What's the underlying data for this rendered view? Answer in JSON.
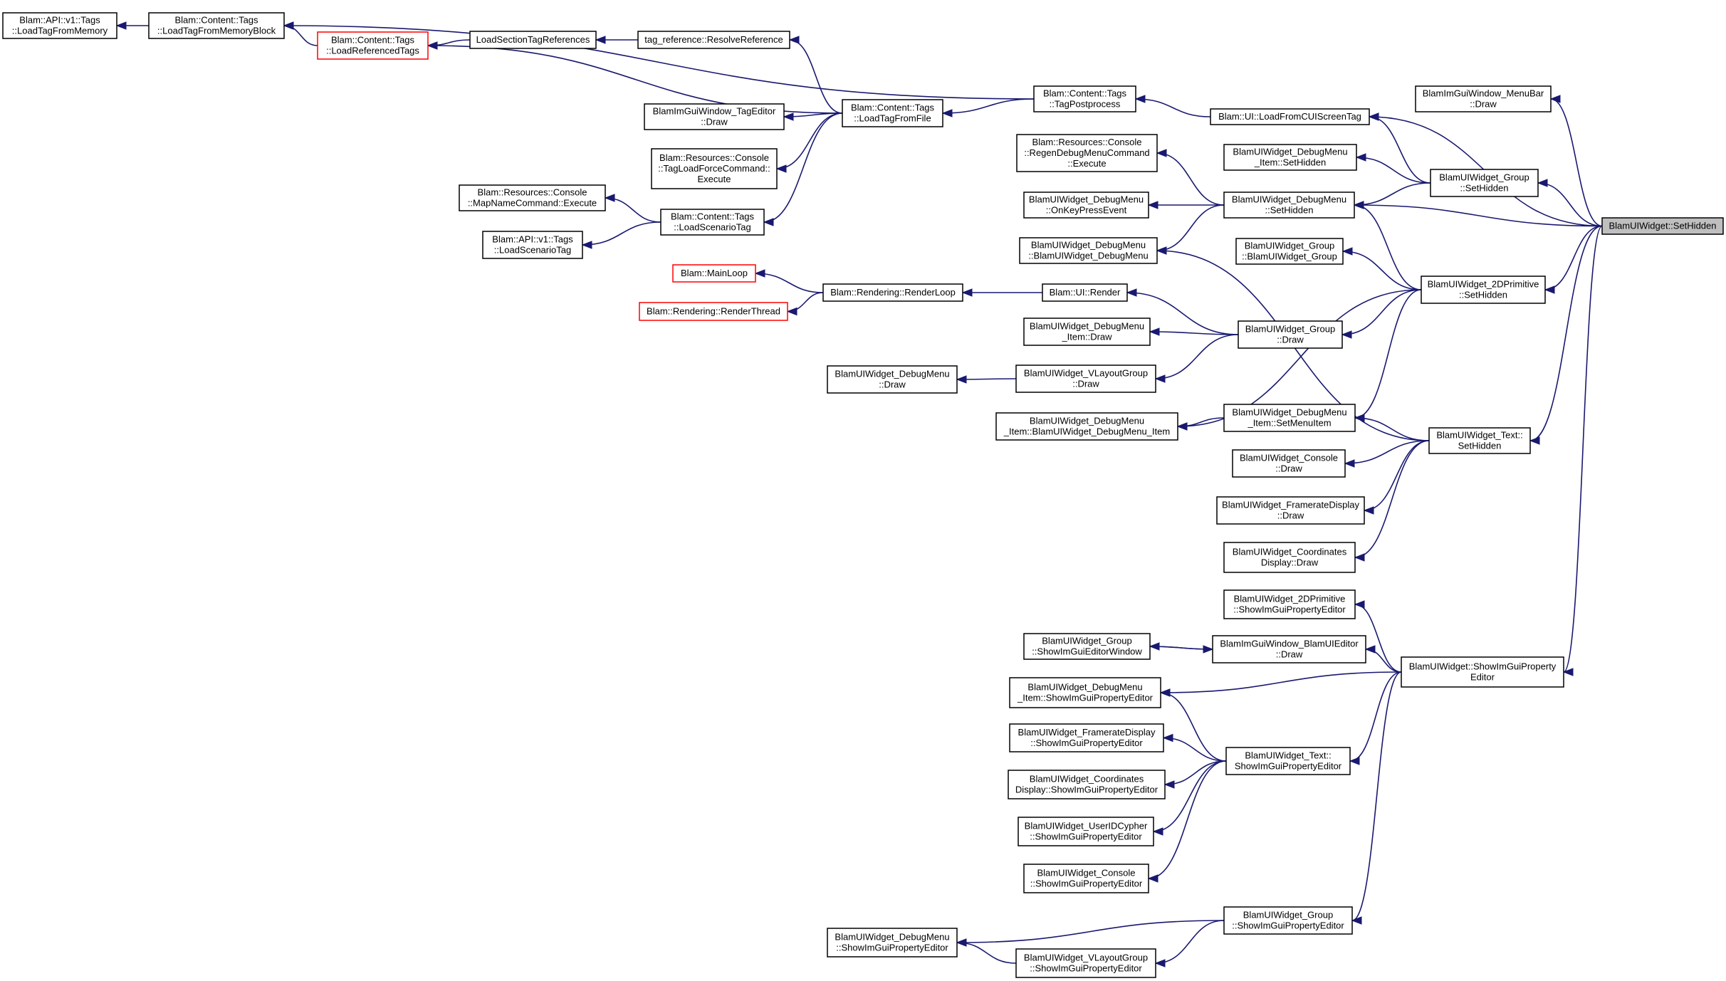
{
  "diagram": {
    "type": "call-graph",
    "direction": "right-to-left callers",
    "edge_color": "#191970",
    "node_border": "#000000",
    "highlight_border": "#ff0000",
    "selected_fill": "#bfbfbf",
    "nodes": [
      {
        "id": "n_api_loadtagfrommemory",
        "lines": [
          "Blam::API::v1::Tags",
          "::LoadTagFromMemory"
        ],
        "style": "normal"
      },
      {
        "id": "n_loadtagfrommemoryblock",
        "lines": [
          "Blam::Content::Tags",
          "::LoadTagFromMemoryBlock"
        ],
        "style": "normal"
      },
      {
        "id": "n_loadreferencedtags",
        "lines": [
          "Blam::Content::Tags",
          "::LoadReferencedTags"
        ],
        "style": "highlight"
      },
      {
        "id": "n_loadsectiontagrefs",
        "lines": [
          "LoadSectionTagReferences"
        ],
        "style": "normal"
      },
      {
        "id": "n_resolvereference",
        "lines": [
          "tag_reference::ResolveReference"
        ],
        "style": "normal"
      },
      {
        "id": "n_loadtagfromfile",
        "lines": [
          "Blam::Content::Tags",
          "::LoadTagFromFile"
        ],
        "style": "normal"
      },
      {
        "id": "n_tageditor_draw",
        "lines": [
          "BlamImGuiWindow_TagEditor",
          "::Draw"
        ],
        "style": "normal"
      },
      {
        "id": "n_tagloadforce",
        "lines": [
          "Blam::Resources::Console",
          "::TagLoadForceCommand::",
          "Execute"
        ],
        "style": "normal"
      },
      {
        "id": "n_mapnamecommand",
        "lines": [
          "Blam::Resources::Console",
          "::MapNameCommand::Execute"
        ],
        "style": "normal"
      },
      {
        "id": "n_loadscenariotag",
        "lines": [
          "Blam::Content::Tags",
          "::LoadScenarioTag"
        ],
        "style": "normal"
      },
      {
        "id": "n_api_loadscenariotag",
        "lines": [
          "Blam::API::v1::Tags",
          "::LoadScenarioTag"
        ],
        "style": "normal"
      },
      {
        "id": "n_tagpostprocess",
        "lines": [
          "Blam::Content::Tags",
          "::TagPostprocess"
        ],
        "style": "normal"
      },
      {
        "id": "n_loadfromcuiscreentag",
        "lines": [
          "Blam::UI::LoadFromCUIScreenTag"
        ],
        "style": "normal"
      },
      {
        "id": "n_menubar_draw",
        "lines": [
          "BlamImGuiWindow_MenuBar",
          "::Draw"
        ],
        "style": "normal"
      },
      {
        "id": "n_regendebugmenu",
        "lines": [
          "Blam::Resources::Console",
          "::RegenDebugMenuCommand",
          "::Execute"
        ],
        "style": "normal"
      },
      {
        "id": "n_debugmenu_item_sethidden",
        "lines": [
          "BlamUIWidget_DebugMenu",
          "_Item::SetHidden"
        ],
        "style": "normal"
      },
      {
        "id": "n_group_sethidden",
        "lines": [
          "BlamUIWidget_Group",
          "::SetHidden"
        ],
        "style": "normal"
      },
      {
        "id": "n_onkeypressevent",
        "lines": [
          "BlamUIWidget_DebugMenu",
          "::OnKeyPressEvent"
        ],
        "style": "normal"
      },
      {
        "id": "n_debugmenu_sethidden",
        "lines": [
          "BlamUIWidget_DebugMenu",
          "::SetHidden"
        ],
        "style": "normal"
      },
      {
        "id": "n_sethidden",
        "lines": [
          "BlamUIWidget::SetHidden"
        ],
        "style": "selected"
      },
      {
        "id": "n_debugmenu_ctor",
        "lines": [
          "BlamUIWidget_DebugMenu",
          "::BlamUIWidget_DebugMenu"
        ],
        "style": "normal"
      },
      {
        "id": "n_group_ctor",
        "lines": [
          "BlamUIWidget_Group",
          "::BlamUIWidget_Group"
        ],
        "style": "normal"
      },
      {
        "id": "n_2dprimitive_sethidden",
        "lines": [
          "BlamUIWidget_2DPrimitive",
          "::SetHidden"
        ],
        "style": "normal"
      },
      {
        "id": "n_mainloop",
        "lines": [
          "Blam::MainLoop"
        ],
        "style": "highlight"
      },
      {
        "id": "n_renderloop",
        "lines": [
          "Blam::Rendering::RenderLoop"
        ],
        "style": "normal"
      },
      {
        "id": "n_ui_render",
        "lines": [
          "Blam::UI::Render"
        ],
        "style": "normal"
      },
      {
        "id": "n_renderthread",
        "lines": [
          "Blam::Rendering::RenderThread"
        ],
        "style": "highlight"
      },
      {
        "id": "n_debugmenu_item_draw",
        "lines": [
          "BlamUIWidget_DebugMenu",
          "_Item::Draw"
        ],
        "style": "normal"
      },
      {
        "id": "n_group_draw",
        "lines": [
          "BlamUIWidget_Group",
          "::Draw"
        ],
        "style": "normal"
      },
      {
        "id": "n_debugmenu_draw",
        "lines": [
          "BlamUIWidget_DebugMenu",
          "::Draw"
        ],
        "style": "normal"
      },
      {
        "id": "n_vlayoutgroup_draw",
        "lines": [
          "BlamUIWidget_VLayoutGroup",
          "::Draw"
        ],
        "style": "normal"
      },
      {
        "id": "n_debugmenu_item_ctor",
        "lines": [
          "BlamUIWidget_DebugMenu",
          "_Item::BlamUIWidget_DebugMenu_Item"
        ],
        "style": "normal"
      },
      {
        "id": "n_debugmenu_item_setmenuitem",
        "lines": [
          "BlamUIWidget_DebugMenu",
          "_Item::SetMenuItem"
        ],
        "style": "normal"
      },
      {
        "id": "n_text_sethidden",
        "lines": [
          "BlamUIWidget_Text::",
          "SetHidden"
        ],
        "style": "normal"
      },
      {
        "id": "n_console_draw",
        "lines": [
          "BlamUIWidget_Console",
          "::Draw"
        ],
        "style": "normal"
      },
      {
        "id": "n_framerate_draw",
        "lines": [
          "BlamUIWidget_FramerateDisplay",
          "::Draw"
        ],
        "style": "normal"
      },
      {
        "id": "n_coordinates_draw",
        "lines": [
          "BlamUIWidget_Coordinates",
          "Display::Draw"
        ],
        "style": "normal"
      },
      {
        "id": "n_2dprimitive_showimgui",
        "lines": [
          "BlamUIWidget_2DPrimitive",
          "::ShowImGuiPropertyEditor"
        ],
        "style": "normal"
      },
      {
        "id": "n_group_showimguieditorwindow",
        "lines": [
          "BlamUIWidget_Group",
          "::ShowImGuiEditorWindow"
        ],
        "style": "normal"
      },
      {
        "id": "n_blamuieditor_draw",
        "lines": [
          "BlamImGuiWindow_BlamUIEditor",
          "::Draw"
        ],
        "style": "normal"
      },
      {
        "id": "n_widget_showimgui",
        "lines": [
          "BlamUIWidget::ShowImGuiProperty",
          "Editor"
        ],
        "style": "normal"
      },
      {
        "id": "n_debugmenu_item_showimgui",
        "lines": [
          "BlamUIWidget_DebugMenu",
          "_Item::ShowImGuiPropertyEditor"
        ],
        "style": "normal"
      },
      {
        "id": "n_framerate_showimgui",
        "lines": [
          "BlamUIWidget_FramerateDisplay",
          "::ShowImGuiPropertyEditor"
        ],
        "style": "normal"
      },
      {
        "id": "n_text_showimgui",
        "lines": [
          "BlamUIWidget_Text::",
          "ShowImGuiPropertyEditor"
        ],
        "style": "normal"
      },
      {
        "id": "n_coordinates_showimgui",
        "lines": [
          "BlamUIWidget_Coordinates",
          "Display::ShowImGuiPropertyEditor"
        ],
        "style": "normal"
      },
      {
        "id": "n_useridcypher_showimgui",
        "lines": [
          "BlamUIWidget_UserIDCypher",
          "::ShowImGuiPropertyEditor"
        ],
        "style": "normal"
      },
      {
        "id": "n_console_showimgui",
        "lines": [
          "BlamUIWidget_Console",
          "::ShowImGuiPropertyEditor"
        ],
        "style": "normal"
      },
      {
        "id": "n_group_showimgui",
        "lines": [
          "BlamUIWidget_Group",
          "::ShowImGuiPropertyEditor"
        ],
        "style": "normal"
      },
      {
        "id": "n_debugmenu_showimgui",
        "lines": [
          "BlamUIWidget_DebugMenu",
          "::ShowImGuiPropertyEditor"
        ],
        "style": "normal"
      },
      {
        "id": "n_vlayoutgroup_showimgui",
        "lines": [
          "BlamUIWidget_VLayoutGroup",
          "::ShowImGuiPropertyEditor"
        ],
        "style": "normal"
      }
    ],
    "edges": [
      {
        "from": "n_loadtagfrommemoryblock",
        "to": "n_api_loadtagfrommemory"
      },
      {
        "from": "n_loadreferencedtags",
        "to": "n_loadtagfrommemoryblock"
      },
      {
        "from": "n_tagpostprocess",
        "to": "n_loadtagfrommemoryblock"
      },
      {
        "from": "n_loadsectiontagrefs",
        "to": "n_loadreferencedtags"
      },
      {
        "from": "n_loadtagfromfile",
        "to": "n_loadreferencedtags"
      },
      {
        "from": "n_resolvereference",
        "to": "n_loadsectiontagrefs"
      },
      {
        "from": "n_loadtagfromfile",
        "to": "n_resolvereference"
      },
      {
        "from": "n_loadtagfromfile",
        "to": "n_tageditor_draw"
      },
      {
        "from": "n_loadtagfromfile",
        "to": "n_tagloadforce"
      },
      {
        "from": "n_loadtagfromfile",
        "to": "n_loadscenariotag"
      },
      {
        "from": "n_tagpostprocess",
        "to": "n_loadtagfromfile"
      },
      {
        "from": "n_loadscenariotag",
        "to": "n_mapnamecommand"
      },
      {
        "from": "n_loadscenariotag",
        "to": "n_api_loadscenariotag"
      },
      {
        "from": "n_loadfromcuiscreentag",
        "to": "n_tagpostprocess"
      },
      {
        "from": "n_sethidden",
        "to": "n_loadfromcuiscreentag"
      },
      {
        "from": "n_group_sethidden",
        "to": "n_loadfromcuiscreentag"
      },
      {
        "from": "n_sethidden",
        "to": "n_menubar_draw"
      },
      {
        "from": "n_sethidden",
        "to": "n_group_sethidden"
      },
      {
        "from": "n_sethidden",
        "to": "n_debugmenu_sethidden"
      },
      {
        "from": "n_sethidden",
        "to": "n_2dprimitive_sethidden"
      },
      {
        "from": "n_sethidden",
        "to": "n_text_sethidden"
      },
      {
        "from": "n_sethidden",
        "to": "n_widget_showimgui"
      },
      {
        "from": "n_group_sethidden",
        "to": "n_debugmenu_item_sethidden"
      },
      {
        "from": "n_group_sethidden",
        "to": "n_debugmenu_sethidden"
      },
      {
        "from": "n_debugmenu_sethidden",
        "to": "n_regendebugmenu"
      },
      {
        "from": "n_debugmenu_sethidden",
        "to": "n_onkeypressevent"
      },
      {
        "from": "n_debugmenu_sethidden",
        "to": "n_debugmenu_ctor"
      },
      {
        "from": "n_2dprimitive_sethidden",
        "to": "n_debugmenu_sethidden"
      },
      {
        "from": "n_2dprimitive_sethidden",
        "to": "n_group_ctor"
      },
      {
        "from": "n_2dprimitive_sethidden",
        "to": "n_group_draw"
      },
      {
        "from": "n_2dprimitive_sethidden",
        "to": "n_debugmenu_item_ctor"
      },
      {
        "from": "n_2dprimitive_sethidden",
        "to": "n_debugmenu_item_setmenuitem"
      },
      {
        "from": "n_renderloop",
        "to": "n_mainloop"
      },
      {
        "from": "n_renderloop",
        "to": "n_renderthread"
      },
      {
        "from": "n_ui_render",
        "to": "n_renderloop"
      },
      {
        "from": "n_group_draw",
        "to": "n_ui_render"
      },
      {
        "from": "n_group_draw",
        "to": "n_debugmenu_item_draw"
      },
      {
        "from": "n_group_draw",
        "to": "n_vlayoutgroup_draw"
      },
      {
        "from": "n_vlayoutgroup_draw",
        "to": "n_debugmenu_draw"
      },
      {
        "from": "n_debugmenu_item_setmenuitem",
        "to": "n_debugmenu_item_ctor"
      },
      {
        "from": "n_text_sethidden",
        "to": "n_debugmenu_ctor"
      },
      {
        "from": "n_text_sethidden",
        "to": "n_debugmenu_item_setmenuitem"
      },
      {
        "from": "n_text_sethidden",
        "to": "n_console_draw"
      },
      {
        "from": "n_text_sethidden",
        "to": "n_framerate_draw"
      },
      {
        "from": "n_text_sethidden",
        "to": "n_coordinates_draw"
      },
      {
        "from": "n_widget_showimgui",
        "to": "n_2dprimitive_showimgui"
      },
      {
        "from": "n_widget_showimgui",
        "to": "n_blamuieditor_draw"
      },
      {
        "from": "n_widget_showimgui",
        "to": "n_debugmenu_item_showimgui"
      },
      {
        "from": "n_widget_showimgui",
        "to": "n_text_showimgui"
      },
      {
        "from": "n_widget_showimgui",
        "to": "n_group_showimgui"
      },
      {
        "from": "n_group_showimguieditorwindow",
        "to": "n_blamuieditor_draw"
      },
      {
        "from": "n_blamuieditor_draw",
        "to": "n_group_showimguieditorwindow"
      },
      {
        "from": "n_text_showimgui",
        "to": "n_debugmenu_item_showimgui"
      },
      {
        "from": "n_text_showimgui",
        "to": "n_framerate_showimgui"
      },
      {
        "from": "n_text_showimgui",
        "to": "n_coordinates_showimgui"
      },
      {
        "from": "n_text_showimgui",
        "to": "n_useridcypher_showimgui"
      },
      {
        "from": "n_text_showimgui",
        "to": "n_console_showimgui"
      },
      {
        "from": "n_group_showimgui",
        "to": "n_debugmenu_showimgui"
      },
      {
        "from": "n_group_showimgui",
        "to": "n_vlayoutgroup_showimgui"
      },
      {
        "from": "n_vlayoutgroup_showimgui",
        "to": "n_debugmenu_showimgui"
      }
    ]
  }
}
